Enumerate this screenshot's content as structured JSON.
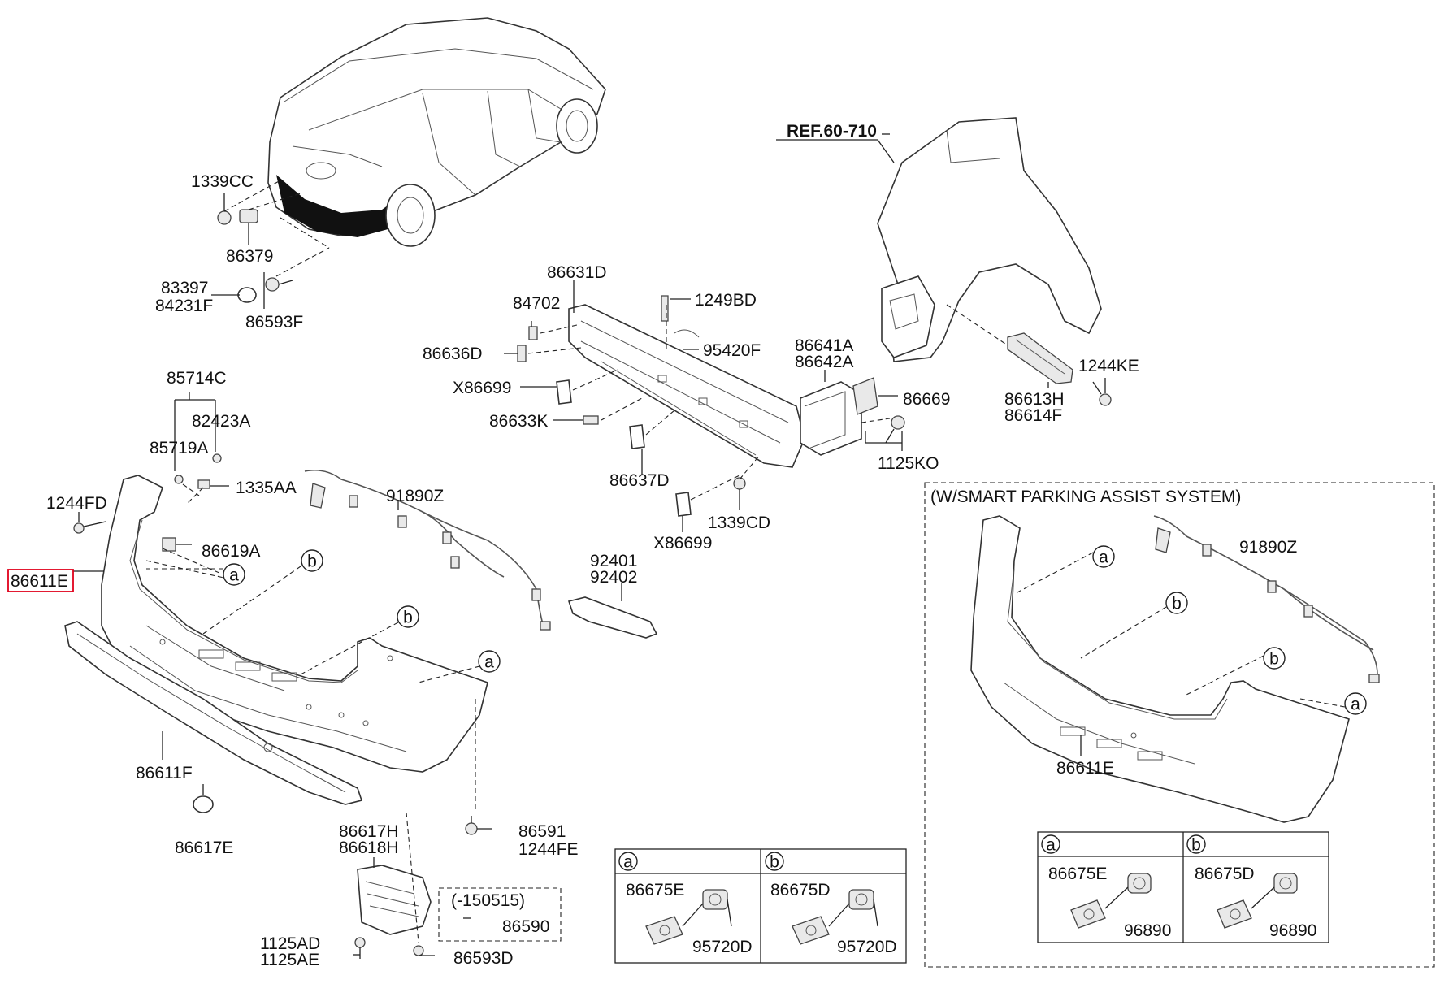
{
  "ref": "REF.60-710",
  "option_title": "(W/SMART PARKING ASSIST SYSTEM)",
  "highlight_color": "#e0001b",
  "labels": {
    "p1339CC": "1339CC",
    "p86379": "86379",
    "p83397": "83397",
    "p84231F": "84231F",
    "p86593F": "86593F",
    "p86631D": "86631D",
    "p84702": "84702",
    "p1249BD": "1249BD",
    "p95420F": "95420F",
    "p86636D": "86636D",
    "pX86699a": "X86699",
    "p86633K": "86633K",
    "p86637D": "86637D",
    "p1339CD": "1339CD",
    "pX86699b": "X86699",
    "p86641A": "86641A",
    "p86642A": "86642A",
    "p86669": "86669",
    "p1125KO": "1125KO",
    "p1244KE": "1244KE",
    "p86613H": "86613H",
    "p86614F": "86614F",
    "p85714C": "85714C",
    "p82423A": "82423A",
    "p85719A": "85719A",
    "p1244FD": "1244FD",
    "p1335AA": "1335AA",
    "p91890Z": "91890Z",
    "p86619A": "86619A",
    "p86611E": "86611E",
    "p92401": "92401",
    "p92402": "92402",
    "p86611F": "86611F",
    "p86617E": "86617E",
    "p86617H": "86617H",
    "p86618H": "86618H",
    "p86591": "86591",
    "p1244FE": "1244FE",
    "p150515": "(-150515)",
    "p86590": "86590",
    "p1125AD": "1125AD",
    "p1125AE": "1125AE",
    "p86593D": "86593D",
    "r91890Z": "91890Z",
    "r86611E": "86611E"
  },
  "callouts": {
    "a": "a",
    "b": "b"
  },
  "tables": {
    "left": {
      "a": {
        "key": "a",
        "part1": "86675E",
        "part2": "95720D"
      },
      "b": {
        "key": "b",
        "part1": "86675D",
        "part2": "95720D"
      }
    },
    "right": {
      "a": {
        "key": "a",
        "part1": "86675E",
        "part2": "96890"
      },
      "b": {
        "key": "b",
        "part1": "86675D",
        "part2": "96890"
      }
    }
  }
}
